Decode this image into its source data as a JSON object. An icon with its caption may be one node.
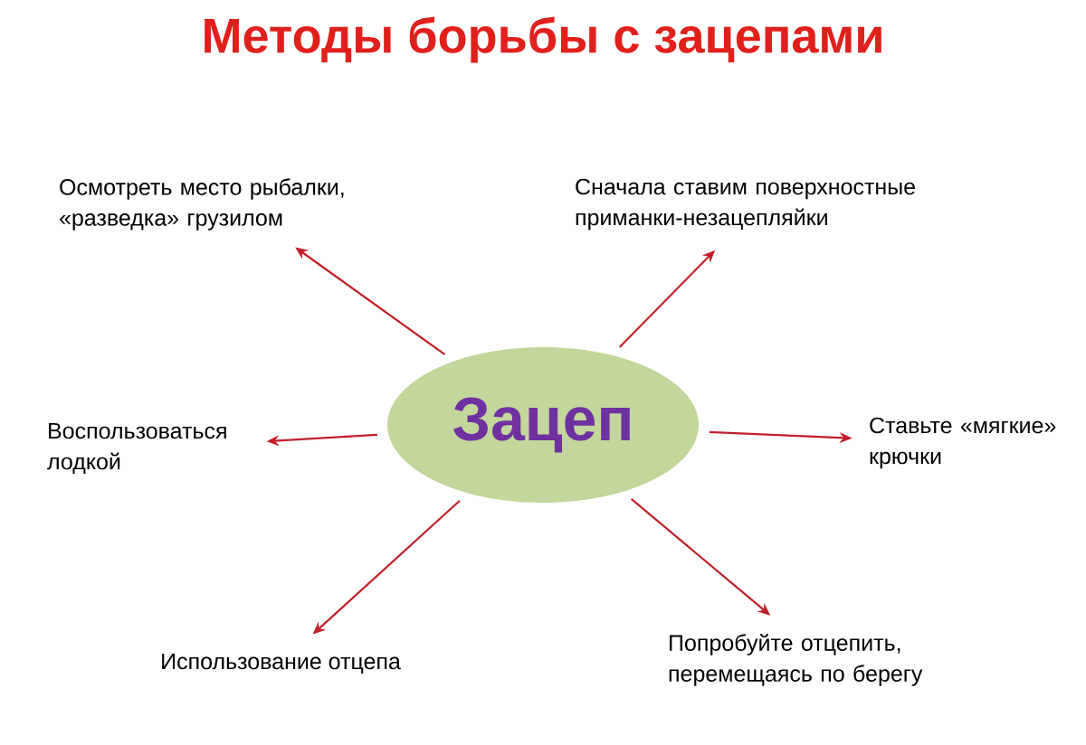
{
  "diagram": {
    "title": "Методы борьбы с зацепами",
    "nodes": [
      {
        "text": [
          "Зацеп"
        ]
      },
      {
        "text": [
          "Осмотреть место рыбалки, «разведка» грузилом"
        ]
      },
      {
        "text": [
          "Сначала ставим поверхностные приманки-незацепляйки"
        ]
      },
      {
        "text": [
          "Воспользоваться лодкой"
        ]
      },
      {
        "text": [
          "Ставьте «мягкие» крючки"
        ]
      },
      {
        "text": [
          "Использование отцепа"
        ]
      },
      {
        "text": [
          "Попробуйте отцепить, перемещаясь по берегу"
        ]
      }
    ],
    "edges": [
      {
        "from": 0,
        "to": 1,
        "arrow": "to"
      },
      {
        "from": 0,
        "to": 2,
        "arrow": "to"
      },
      {
        "from": 0,
        "to": 3,
        "arrow": "to"
      },
      {
        "from": 0,
        "to": 4,
        "arrow": "to"
      },
      {
        "from": 0,
        "to": 5,
        "arrow": "to"
      },
      {
        "from": 0,
        "to": 6,
        "arrow": "to"
      }
    ]
  }
}
